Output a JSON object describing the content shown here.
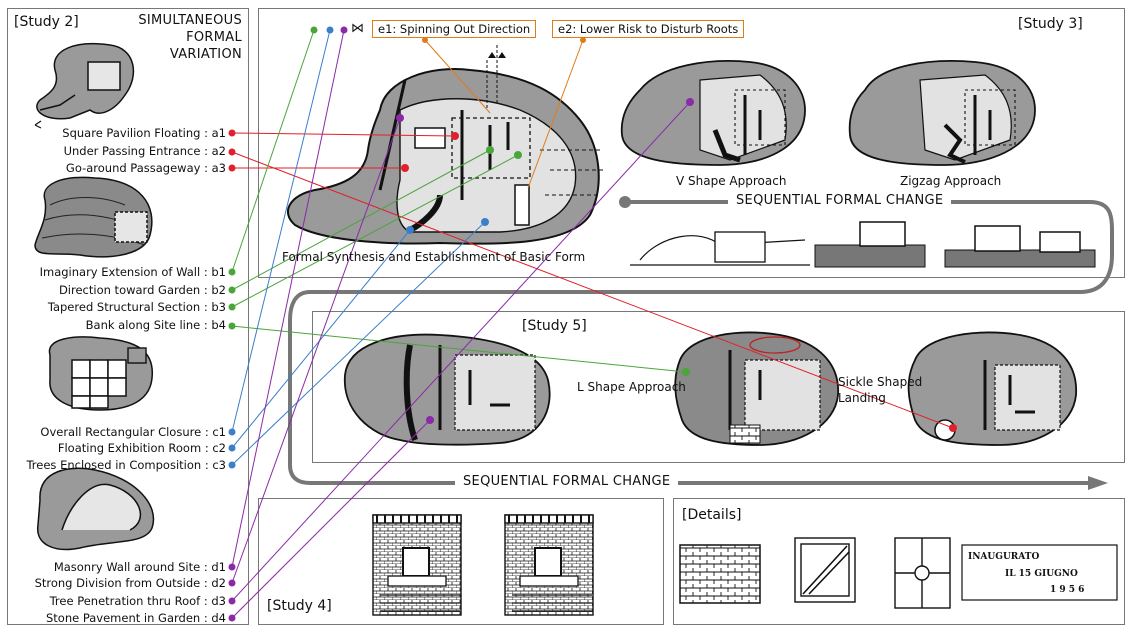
{
  "colors": {
    "a": "#e0202a",
    "b": "#4aa53a",
    "c": "#3b7fc8",
    "d": "#8a2aa6",
    "e": "#e07b1a",
    "frame": "#777777",
    "plan": "#9a9a9a",
    "plan_light": "#e2e2e2"
  },
  "study2": {
    "title": "[Study 2]",
    "heading": [
      "SIMULTANEOUS",
      "FORMAL",
      "VARIATION"
    ],
    "labels": {
      "a1": "Square Pavilion Floating : a1",
      "a2": "Under Passing Entrance : a2",
      "a3": "Go-around Passageway : a3",
      "b1": "Imaginary Extension of Wall : b1",
      "b2": "Direction toward Garden : b2",
      "b3": "Tapered Structural Section : b3",
      "b4": "Bank along Site line : b4",
      "c1": "Overall Rectangular Closure : c1",
      "c2": "Floating Exhibition Room : c2",
      "c3": "Trees Enclosed in Composition : c3",
      "d1": "Masonry Wall around Site : d1",
      "d2": "Strong Division from Outside : d2",
      "d3": "Tree Penetration thru Roof : d3",
      "d4": "Stone Pavement in Garden : d4"
    }
  },
  "study3": {
    "title": "[Study 3]",
    "notes": {
      "e1": "e1: Spinning Out Direction",
      "e2": "e2: Lower Risk to Disturb Roots"
    },
    "main_caption": "Formal Synthesis and Establishment of Basic Form",
    "v_caption": "V Shape Approach",
    "z_caption": "Zigzag Approach",
    "sequence": "SEQUENTIAL FORMAL CHANGE",
    "legend_symbol": "⋈"
  },
  "study5": {
    "title": "[Study 5]",
    "l_caption": "L Shape Approach",
    "sickle_caption": [
      "Sickle Shaped",
      "Landing"
    ],
    "sequence": "SEQUENTIAL FORMAL CHANGE"
  },
  "study4": {
    "title": "[Study 4]"
  },
  "details": {
    "title": "[Details]",
    "inscription": [
      "INAUGURATO",
      "IL 15 GIUGNO",
      "1 9 5 6"
    ]
  }
}
